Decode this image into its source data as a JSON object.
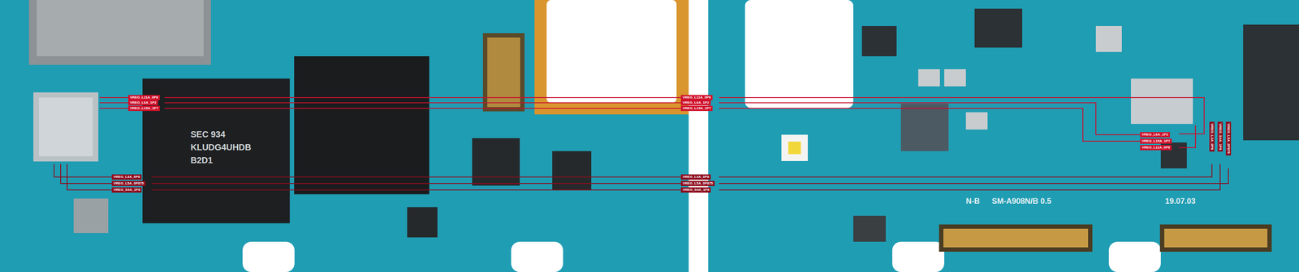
{
  "diagram": {
    "labels": [
      "VREG_L11A_0P8",
      "VREG_L6A_1P2",
      "VREG_L15A_1P7",
      "VREG_L11A_0P8",
      "VREG_L6A_1P2",
      "VREG_L15A_1P7",
      "VREG_L3A_0P8",
      "VREG_L5A_0P875",
      "VREG_S4A_1P8",
      "VREG_L3A_0P8",
      "VREG_L5A_0P875",
      "VREG_S4A_1P8",
      "VREG_L6A_1P2",
      "VREG_L15A_1P7",
      "VREG_L11A_0P8",
      "VREG_L3A_0P8",
      "VREG_S4A_1P8",
      "VREG_L5A_0P875",
      "SEC 934",
      "KLUDG4UHDB",
      "B2D1",
      "N-B",
      "SM-A908N/B 0.5",
      "19.07.03"
    ]
  }
}
